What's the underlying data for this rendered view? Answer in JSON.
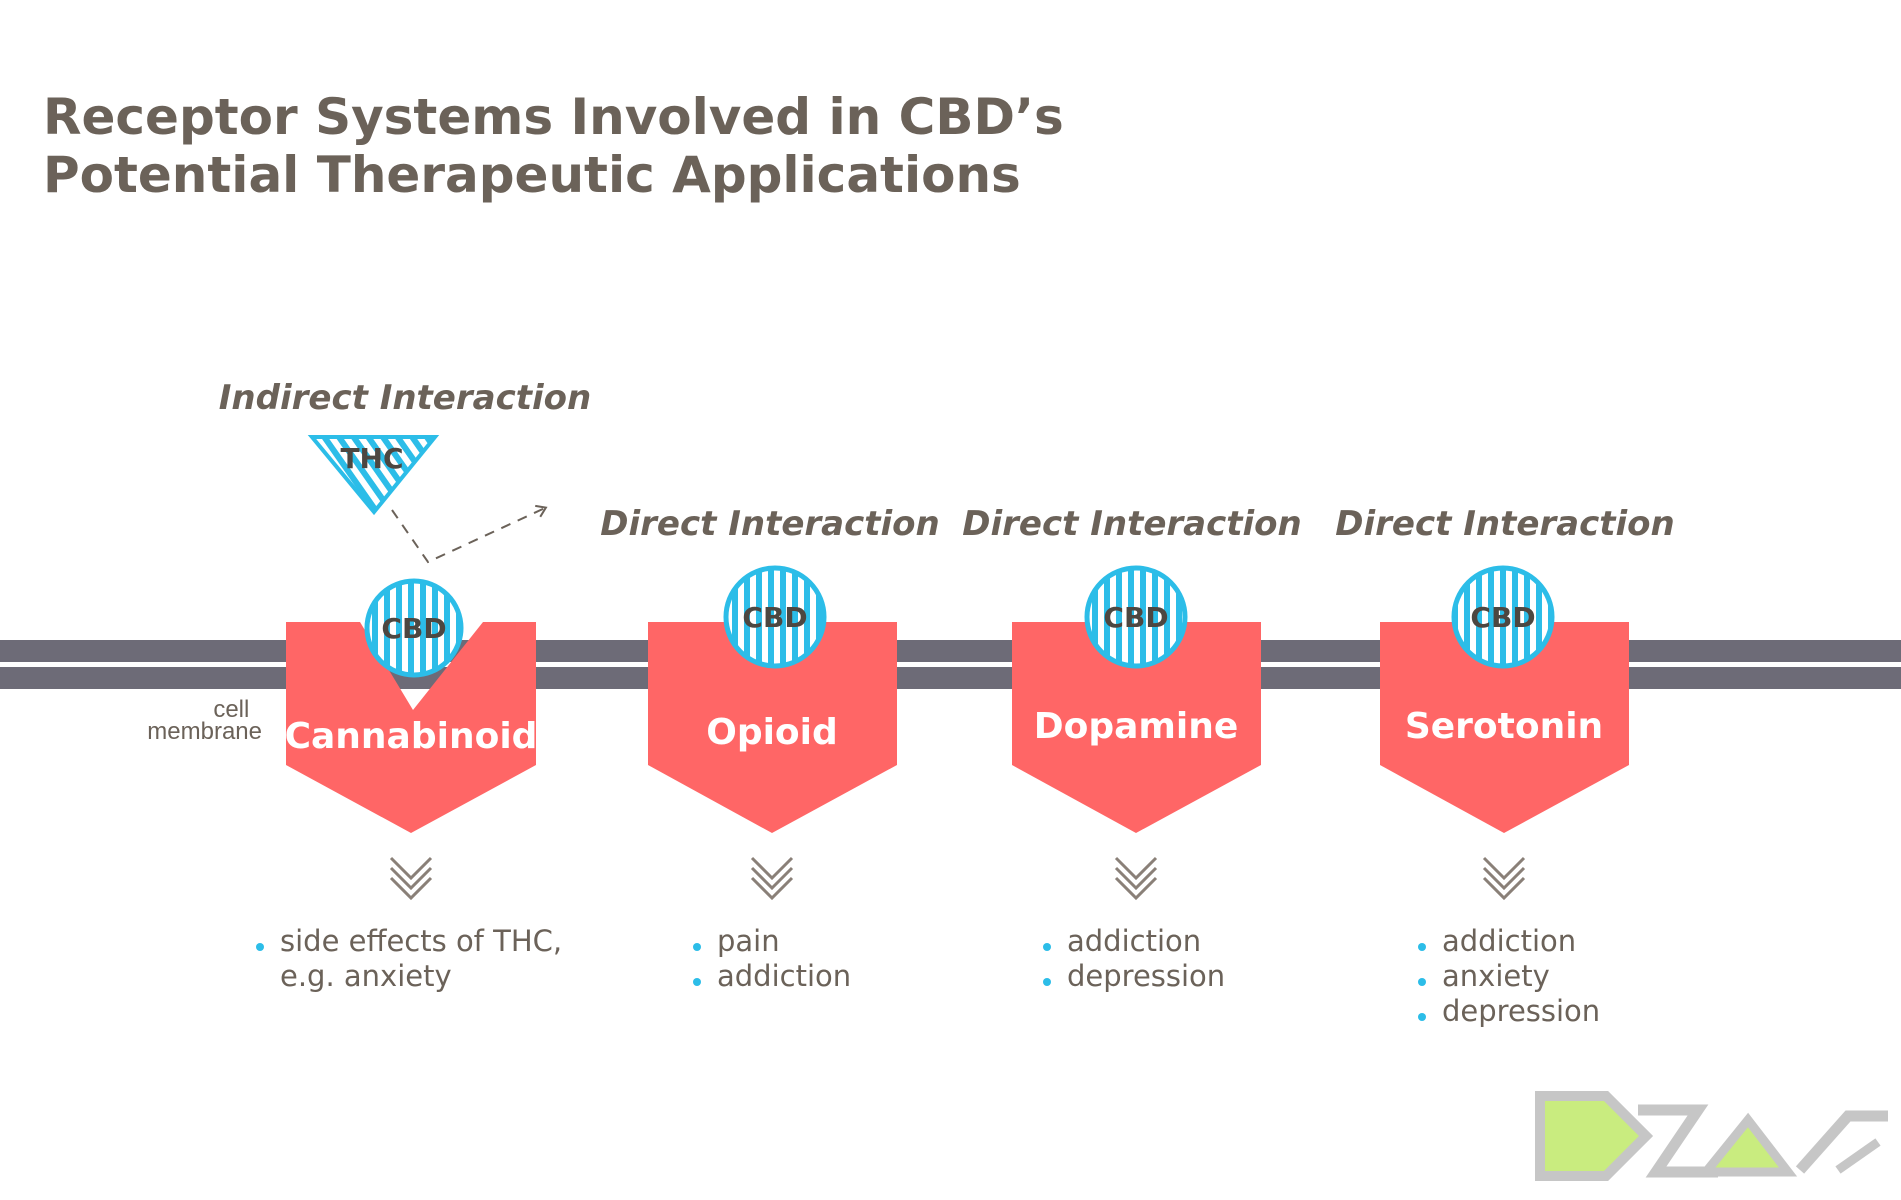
{
  "title": {
    "line1": "Receptor Systems Involved in CBD’s",
    "line2": "Potential Therapeutic Applications"
  },
  "membrane_label": {
    "line1": "cell",
    "line2": "membrane"
  },
  "thc_label": "THC",
  "cbd_label": "CBD",
  "receptors": [
    {
      "name": "Cannabinoid",
      "interaction": "Indirect Interaction",
      "effects": [
        "side effects of THC,",
        "e.g. anxiety"
      ]
    },
    {
      "name": "Opioid",
      "interaction": "Direct Interaction",
      "effects": [
        "pain",
        "addiction"
      ]
    },
    {
      "name": "Dopamine",
      "interaction": "Direct Interaction",
      "effects": [
        "addiction",
        "depression"
      ]
    },
    {
      "name": "Serotonin",
      "interaction": "Direct Interaction",
      "effects": [
        "addiction",
        "anxiety",
        "depression"
      ]
    }
  ],
  "colors": {
    "receptor": "#ff6666",
    "membrane": "#6d6b77",
    "cbd_stripe": "#2cbde8",
    "text": "#6b6259",
    "logo_green": "#c9ec7f",
    "logo_gray": "#c6c6c6"
  },
  "logo_icon": "dzag-logo"
}
